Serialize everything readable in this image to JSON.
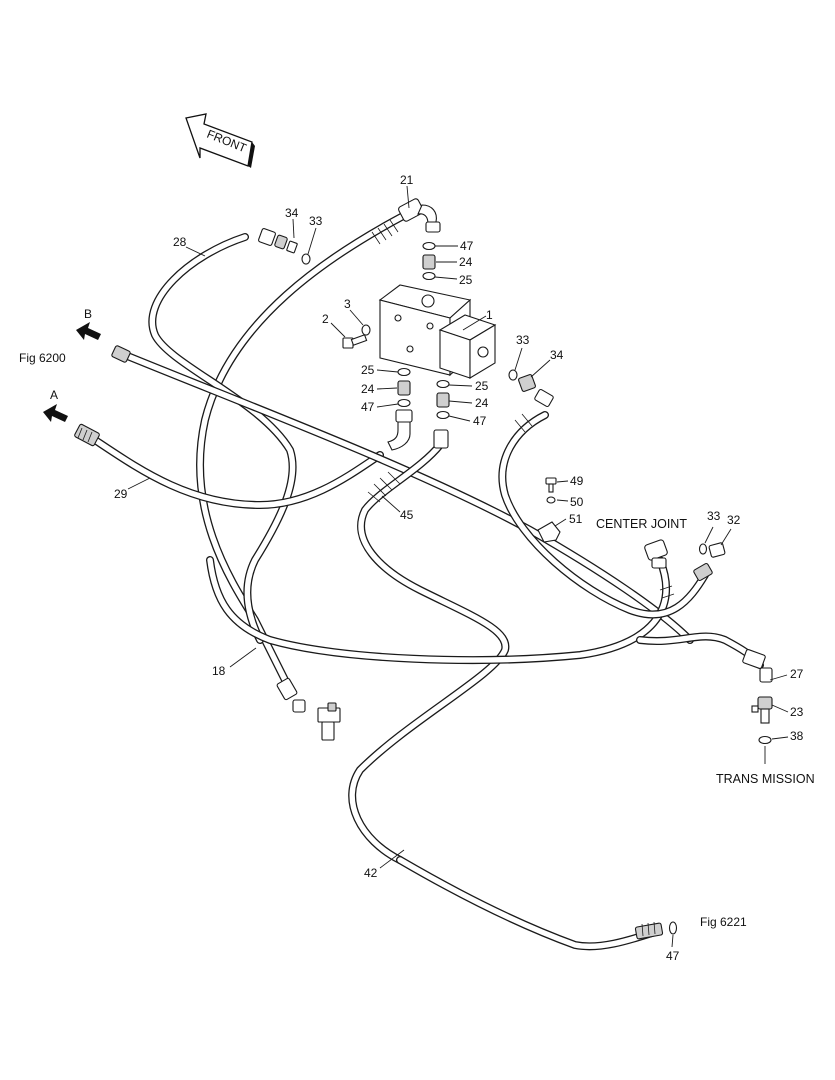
{
  "labels": {
    "fig_6200": "Fig 6200",
    "fig_6221": "Fig 6221",
    "center_joint": "CENTER JOINT",
    "trans_mission": "TRANS MISSION",
    "front_arrow": "FRONT",
    "arrow_a": "A",
    "arrow_b": "B"
  },
  "callouts": {
    "c1": "1",
    "c2": "2",
    "c3": "3",
    "c18": "18",
    "c21": "21",
    "c23": "23",
    "c24a": "24",
    "c24b": "24",
    "c24c": "24",
    "c25a": "25",
    "c25b": "25",
    "c25c": "25",
    "c27": "27",
    "c28": "28",
    "c29": "29",
    "c32": "32",
    "c33a": "33",
    "c33b": "33",
    "c33c": "33",
    "c34a": "34",
    "c34b": "34",
    "c38": "38",
    "c42": "42",
    "c45": "45",
    "c47a": "47",
    "c47b": "47",
    "c47c": "47",
    "c47d": "47",
    "c49": "49",
    "c50": "50",
    "c51": "51"
  }
}
